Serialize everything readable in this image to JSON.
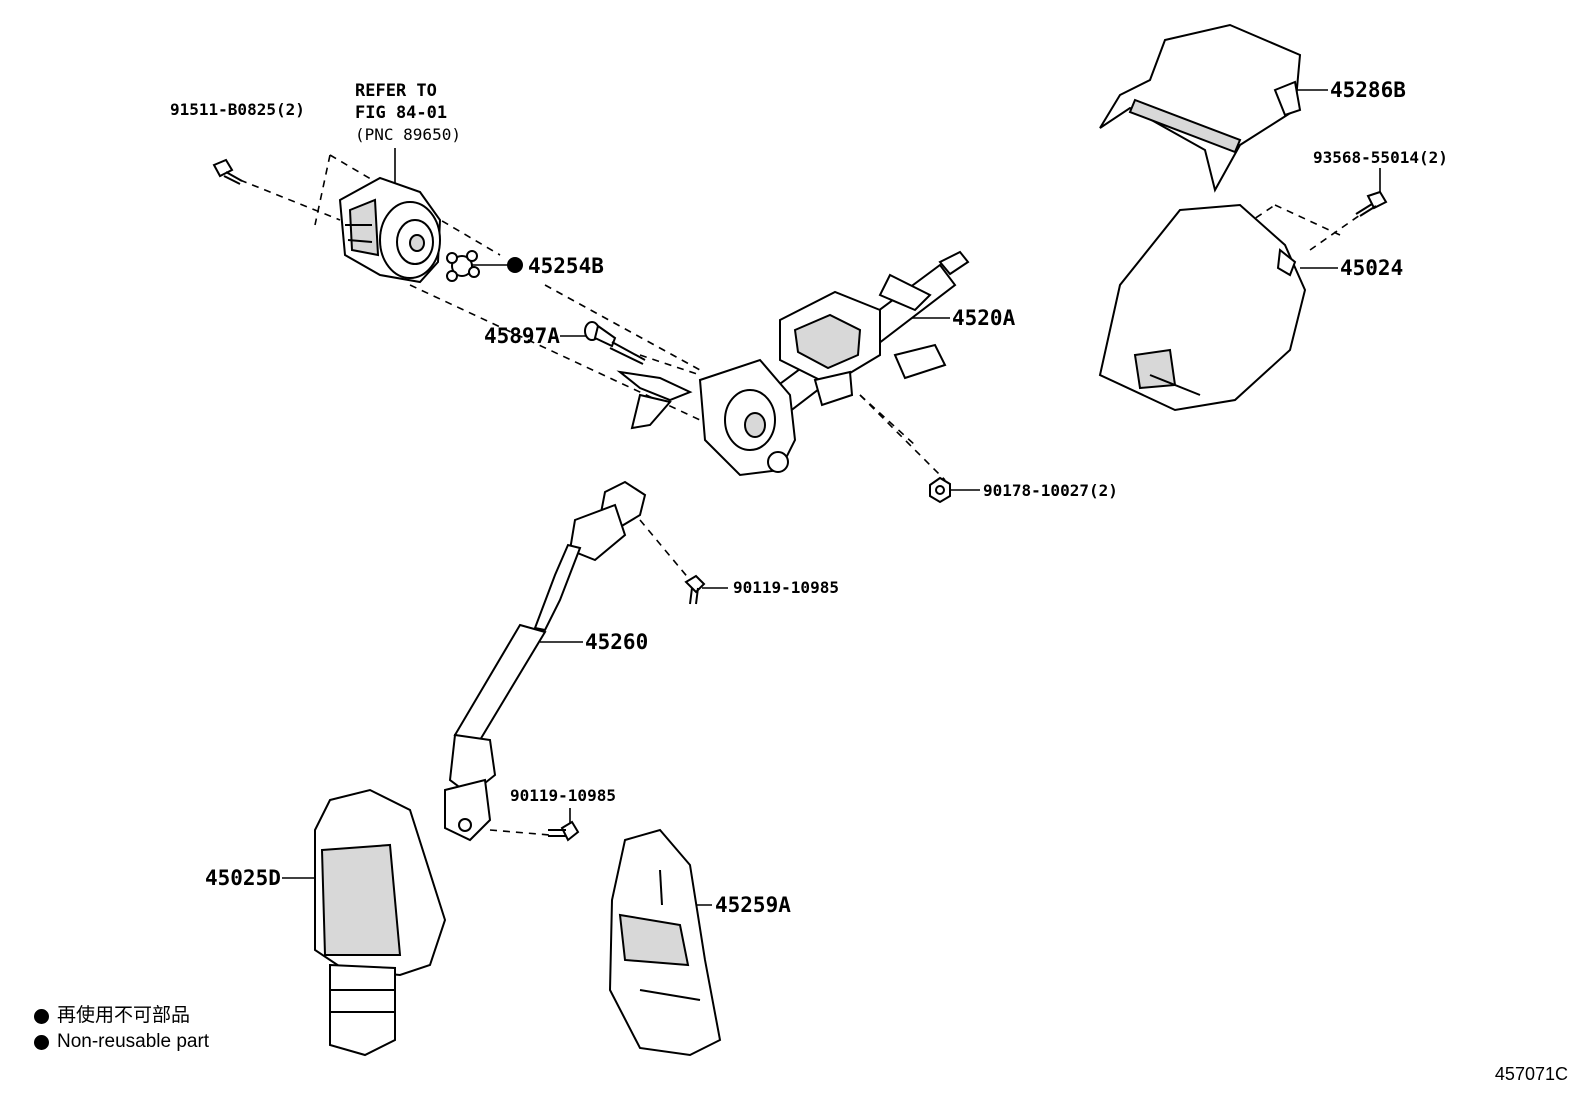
{
  "refer_note": {
    "line1": "REFER TO",
    "line2": "FIG 84-01",
    "line3": "(PNC 89650)"
  },
  "labels": {
    "bolt_91511": "91511-B0825(2)",
    "p45254b": "45254B",
    "p45897a": "45897A",
    "p4520a": "4520A",
    "nut_90178": "90178-10027(2)",
    "bolt_90119_upper": "90119-10985",
    "p45260": "45260",
    "bolt_90119_lower": "90119-10985",
    "p45025d": "45025D",
    "p45259a": "45259A",
    "p45286b": "45286B",
    "screw_93568": "93568-55014(2)",
    "p45024": "45024"
  },
  "legend": {
    "jp": "再使用不可部品",
    "en": "Non-reusable part"
  },
  "figure_code": "457071C"
}
